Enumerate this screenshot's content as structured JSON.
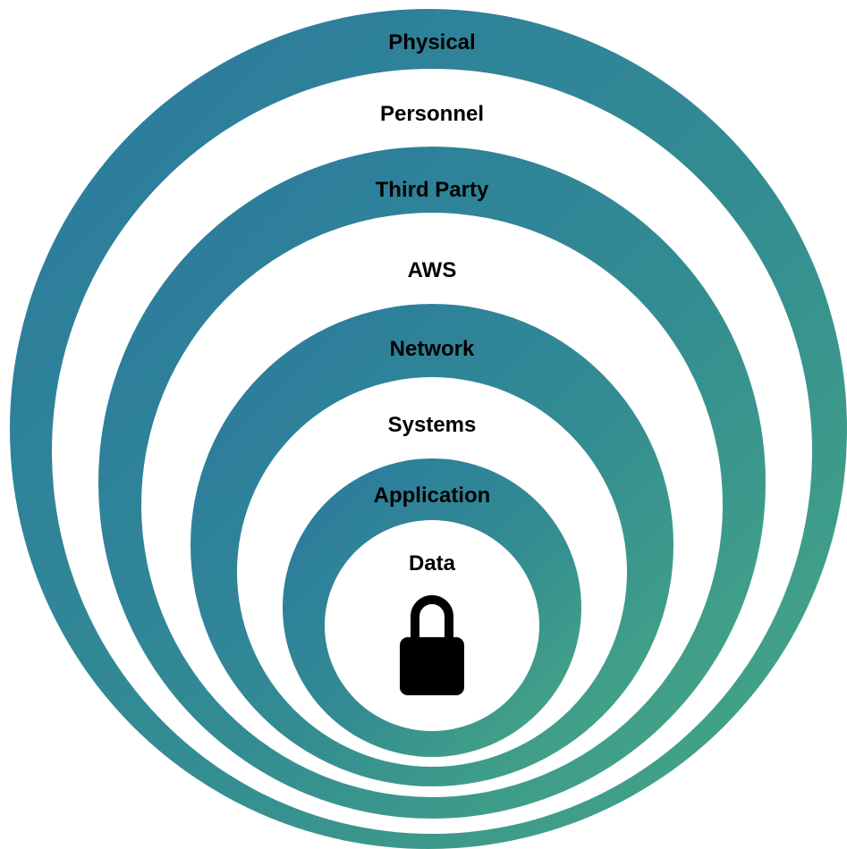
{
  "colors": {
    "gradient_start": "#2a7a9e",
    "gradient_mid": "#318d93",
    "gradient_end": "#45a585",
    "background": "#ffffff",
    "text": "#000000",
    "lock": "#000000"
  },
  "layers": [
    {
      "label": "Physical"
    },
    {
      "label": "Personnel"
    },
    {
      "label": "Third Party"
    },
    {
      "label": "AWS"
    },
    {
      "label": "Network"
    },
    {
      "label": "Systems"
    },
    {
      "label": "Application"
    },
    {
      "label": "Data"
    }
  ],
  "center_icon": "lock-icon"
}
